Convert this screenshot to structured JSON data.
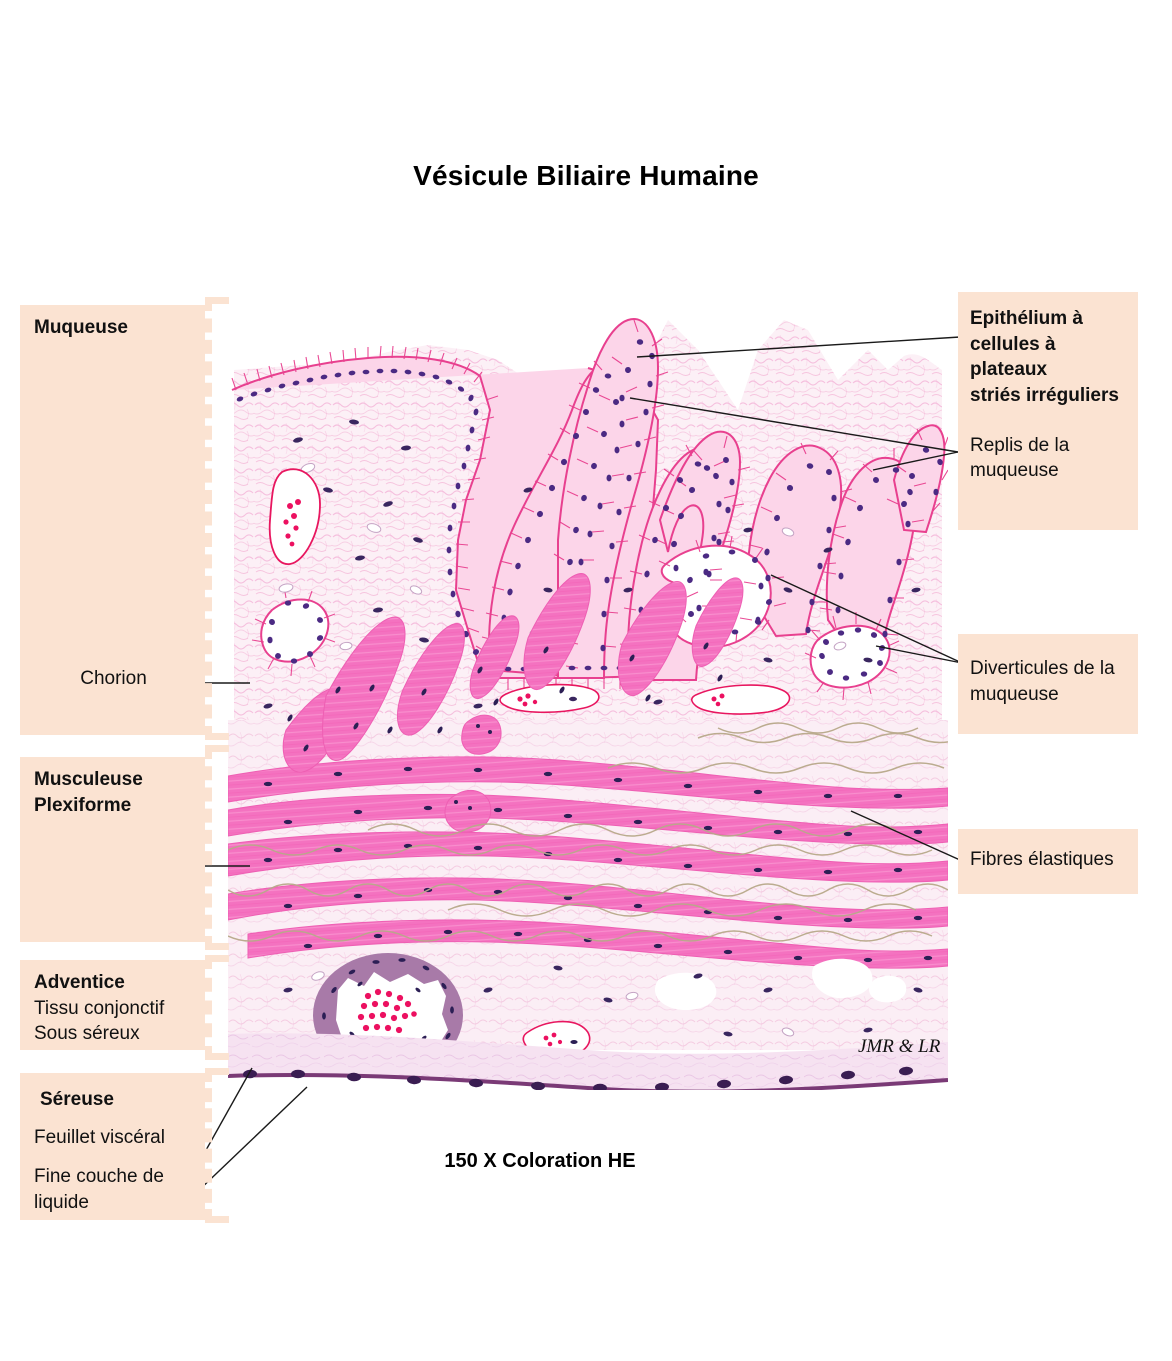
{
  "page": {
    "title": "Vésicule Biliaire Humaine",
    "caption": "150 X Coloration HE",
    "signature": "JMR  & LR"
  },
  "colors": {
    "label_box_bg": "#fbe3d2",
    "bracket": "#fbe3d2",
    "epithelium_outline": "#e8408f",
    "epithelium_fill": "#fbd3e6",
    "nucleus": "#4b2a83",
    "chorion_fill": "#fbeaf3",
    "chorion_fibre": "#f0a8cd",
    "muscle_fill": "#f472c0",
    "muscle_outline": "#ee5fb3",
    "elastic_fibre": "#b8a98a",
    "vessel_wall": "#a87aa8",
    "blood_cell": "#e8165f",
    "serosa_line": "#7a3a76",
    "serosa_fill": "#f4dff0",
    "leader_line": "#1a1a1a"
  },
  "left_labels": [
    {
      "name": "muqueuse",
      "heading": "Muqueuse",
      "secondary": "Chorion"
    },
    {
      "name": "musculeuse-plexiforme",
      "heading_line1": "Musculeuse",
      "heading_line2": "Plexiforme"
    },
    {
      "name": "adventice",
      "heading": "Adventice",
      "sub1": "Tissu conjonctif",
      "sub2": "Sous séreux"
    },
    {
      "name": "sereuse",
      "heading": "Séreuse",
      "sub1": "Feuillet viscéral",
      "sub2": "Fine couche de liquide"
    }
  ],
  "right_labels": [
    {
      "name": "epithelium",
      "heading_line1": "Epithélium à",
      "heading_line2": "cellules à plateaux",
      "heading_line3": "striés irréguliers",
      "sub_line1": "Replis de la",
      "sub_line2": "muqueuse"
    },
    {
      "name": "diverticules",
      "line1": "Diverticules de la",
      "line2": "muqueuse"
    },
    {
      "name": "fibres-elastiques",
      "line1": "Fibres élastiques"
    }
  ],
  "figure": {
    "description": "Coupe histologique de vésicule biliaire humaine colorée HE",
    "layers": [
      "Epithélium à cellules à plateaux striés irréguliers",
      "Chorion (lamina propria)",
      "Musculeuse plexiforme",
      "Adventice / tissu conjonctif sous séreux",
      "Séreuse (feuillet viscéral)"
    ]
  }
}
